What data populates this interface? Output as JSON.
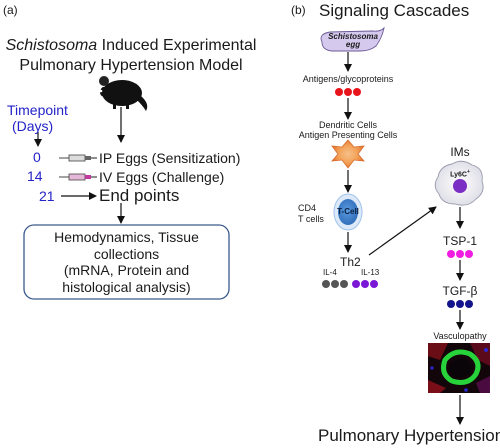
{
  "panel_a": {
    "label": "(a)",
    "title_italic": "Schistosoma",
    "title_rest": " Induced Experimental",
    "title_line2": "Pulmonary Hypertension Model",
    "timepoint_label": "Timepoint",
    "timepoint_unit": "(Days)",
    "steps": [
      {
        "day": "0",
        "text": "IP Eggs (Sensitization)"
      },
      {
        "day": "14",
        "text": "IV Eggs (Challenge)"
      },
      {
        "day": "21",
        "text": "End points"
      }
    ],
    "box_lines": [
      "Hemodynamics, Tissue",
      "collections",
      "(mRNA, Protein and",
      "histological analysis)"
    ],
    "colors": {
      "timepoint": "#2323c8",
      "box_border": "#3b5a8c",
      "syringe_plunger": "#c0399e"
    }
  },
  "panel_b": {
    "label": "(b)",
    "title": "Signaling Cascades",
    "egg_line1": "Schistosoma",
    "egg_line2": "egg",
    "antigens": "Antigens/glycoproteins",
    "dc_line1": "Dendritic Cells",
    "dc_line2": "Antigen Presenting Cells",
    "cd4_line1": "CD4",
    "cd4_line2": "T cells",
    "tcell": "T-Cell",
    "th2": "Th2",
    "il4": "IL-4",
    "il13": "IL-13",
    "ims": "IMs",
    "ly6c": "Ly6C",
    "ly6c_sup": "+",
    "tsp1": "TSP-1",
    "tgfb": "TGF-β",
    "vasculopathy": "Vasculopathy",
    "outcome": "Pulmonary Hypertension",
    "colors": {
      "antigen_dots": "#e8141b",
      "il4_dots": "#555555",
      "il13_dots": "#7a18d6",
      "tsp1_dots": "#f01ee0",
      "tgfb_dots": "#14148c",
      "tcell": "#3d7fcf",
      "apc": "#f08b3a",
      "monocyte": "#7b2ec4"
    }
  }
}
